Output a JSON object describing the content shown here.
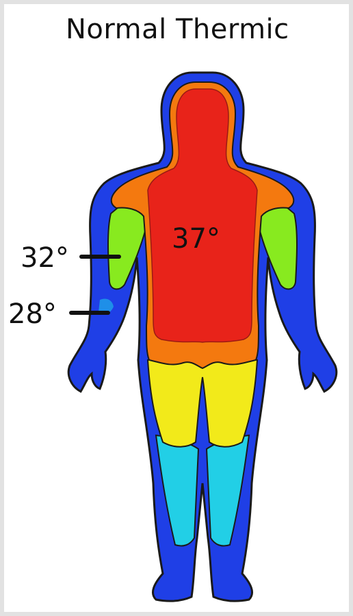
{
  "title": "Normal Thermic",
  "labels": {
    "core": "37°",
    "upper_arm": "32°",
    "forearm": "28°"
  },
  "zone_colors": {
    "outline": "#1a1a1a",
    "extremities": "#1f3fe6",
    "lower_leg": "#22cfe6",
    "thigh": "#f2ea1a",
    "upper_arm": "#88ea1f",
    "shoulders": "#f4790f",
    "core": "#e8231a",
    "forearm_spot": "#1e8fe8"
  }
}
